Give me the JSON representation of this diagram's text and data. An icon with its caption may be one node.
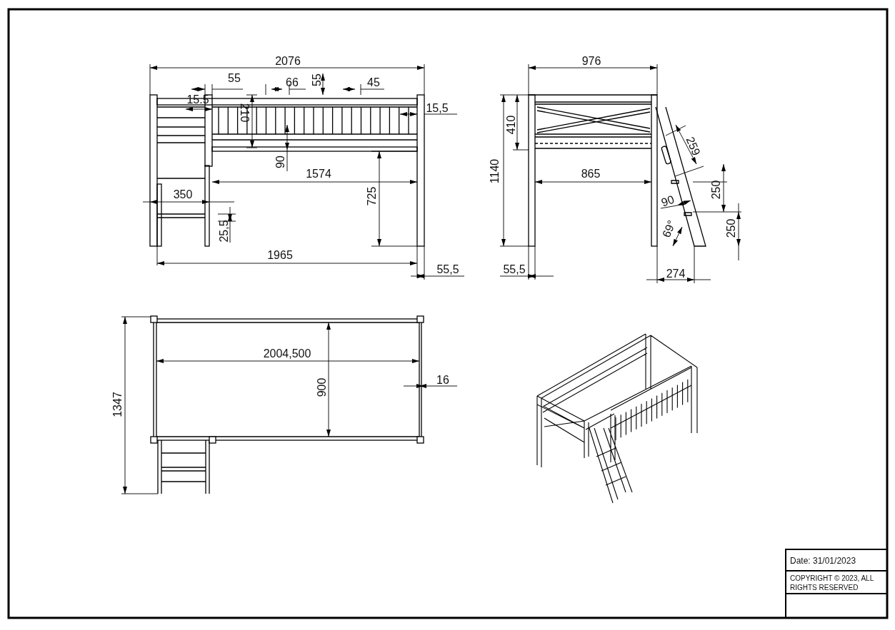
{
  "diagram": {
    "labels": [
      "2076",
      "976",
      "55",
      "66",
      "55",
      "45",
      "15.5",
      "210",
      "15,5",
      "410",
      "259",
      "1140",
      "90",
      "1574",
      "865",
      "725",
      "350",
      "250",
      "90",
      "25,5",
      "69°",
      "250",
      "1965",
      "55,5",
      "55,5",
      "274",
      "2004,500",
      "900",
      "1347",
      "16",
      "Date: 31/01/2023",
      "COPYRIGHT © 2023, ALL RIGHTS RESERVED"
    ]
  }
}
